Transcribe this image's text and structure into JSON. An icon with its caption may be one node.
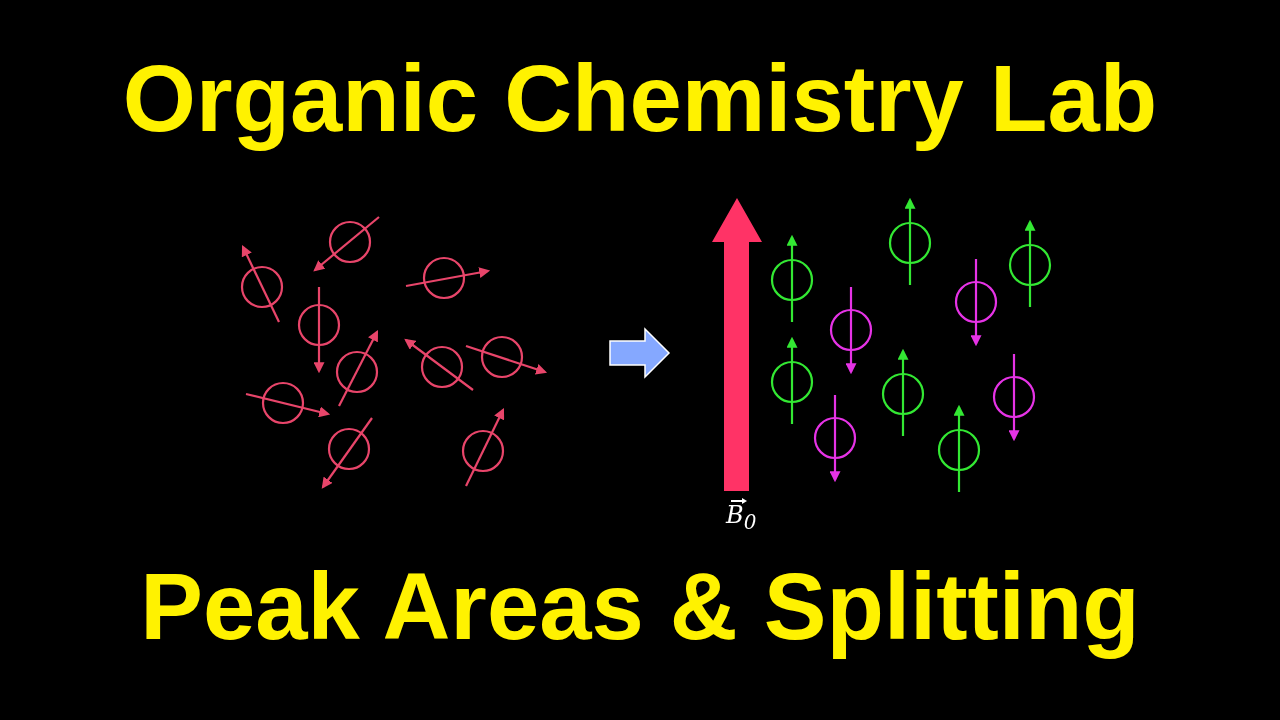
{
  "diagram": {
    "title": "Organic Chemistry Lab",
    "labels": [
      "B$_{0}$"
    ],
    "caption": "Peak Areas & Splitting"
  }
}
